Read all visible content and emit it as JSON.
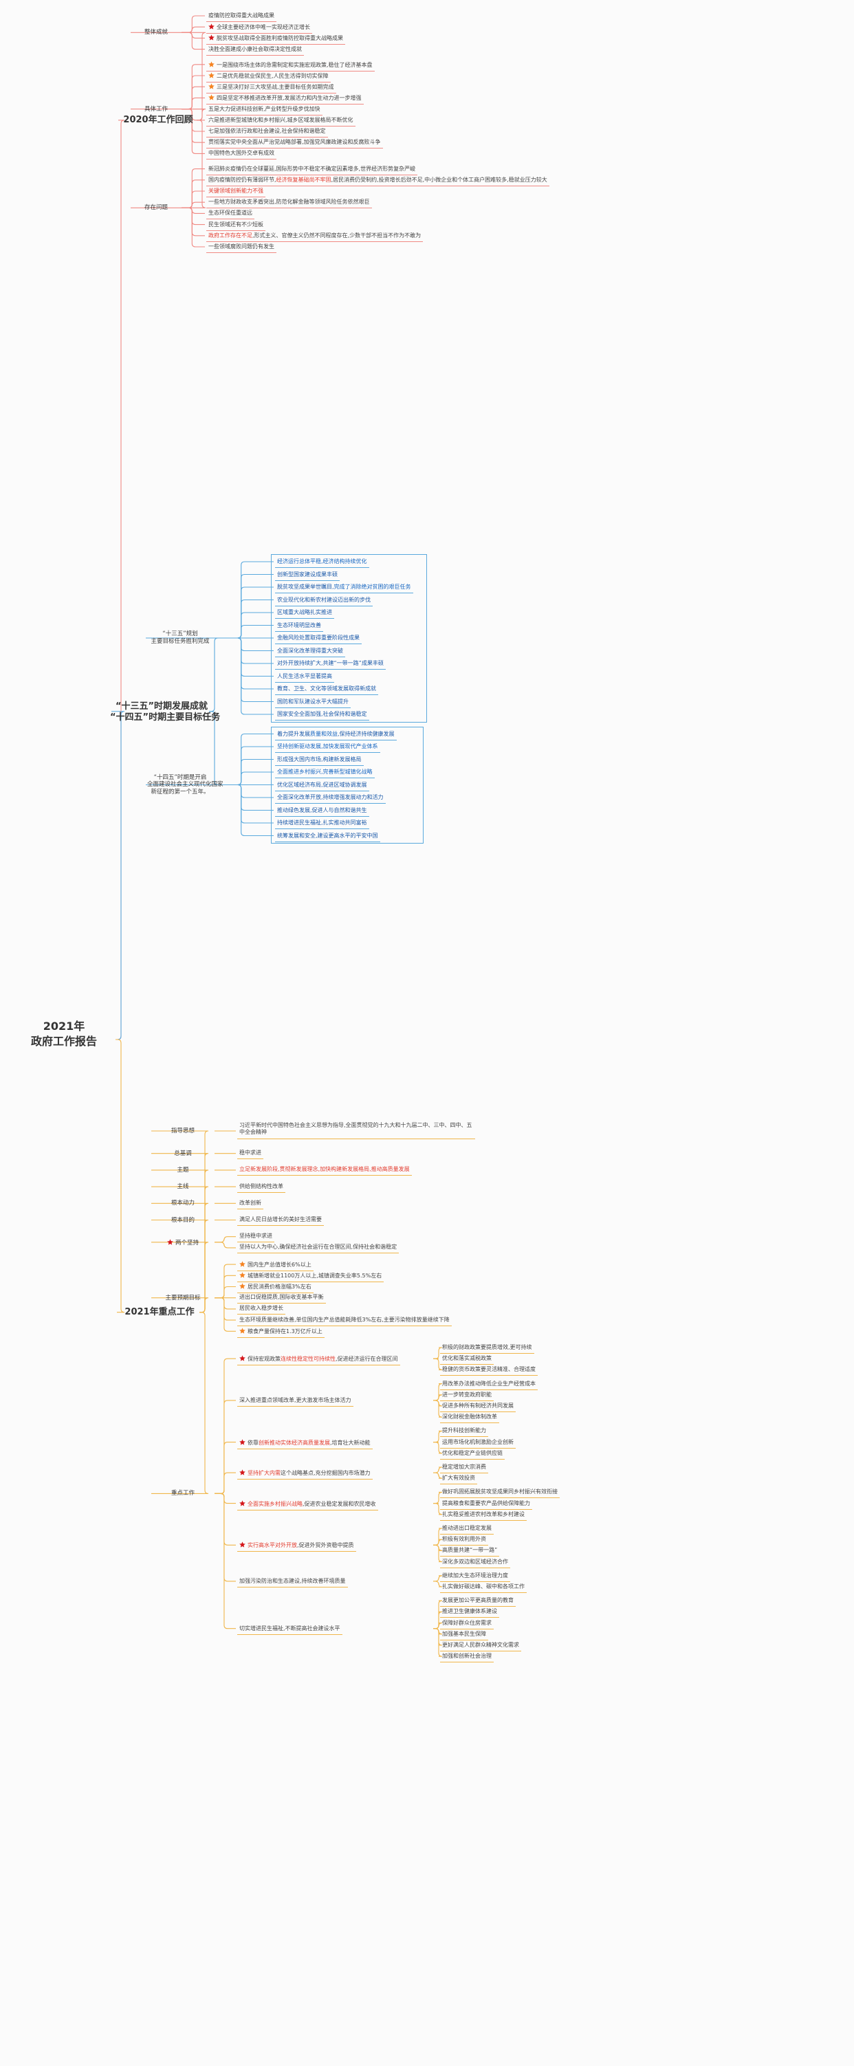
{
  "root": {
    "line1": "2021年",
    "line2": "政府工作报告"
  },
  "colors": {
    "red": "#f08a84",
    "blue": "#5aa9dd",
    "yellow": "#f0b64a",
    "star_red": "#d4161a",
    "star_orange": "#f58220",
    "highlight_red": "#e23b2e",
    "highlight_blue": "#1565c0"
  },
  "branches": [
    {
      "id": "review2020",
      "title": "2020年工作回顾",
      "color": "#f08a84",
      "groups": [
        {
          "label": "整体成就",
          "items": [
            {
              "text": "疫情防控取得重大战略成果",
              "star": "none"
            },
            {
              "text": "全球主要经济体中唯一实现经济正增长",
              "star": "red"
            },
            {
              "text": "脱贫攻坚战取得全面胜利疫情防控取得重大战略成果",
              "star": "red"
            },
            {
              "text": "决胜全面建成小康社会取得决定性成就",
              "star": "none"
            }
          ]
        },
        {
          "label": "具体工作",
          "items": [
            {
              "text": "一是围绕市场主体的急需制定和实施宏观政策,稳住了经济基本盘",
              "star": "orange"
            },
            {
              "text": "二是优先稳就业保民生,人民生活得到切实保障",
              "star": "orange"
            },
            {
              "text": "三是坚决打好三大攻坚战,主要目标任务如期完成",
              "star": "orange"
            },
            {
              "text": "四是坚定不移推进改革开放,发展活力和内生动力进一步增强",
              "star": "orange"
            },
            {
              "text": "五是大力促进科技创新,产业转型升级步伐加快",
              "star": "none"
            },
            {
              "text": "六是推进新型城镇化和乡村振兴,城乡区域发展格局不断优化",
              "star": "none"
            },
            {
              "text": "七是加强依法行政和社会建设,社会保持和谐稳定",
              "star": "none"
            },
            {
              "text": "贯彻落实党中央全面从严治党战略部署,加强党风廉政建设和反腐败斗争",
              "star": "none"
            },
            {
              "text": "中国特色大国外交卓有成效",
              "star": "none"
            }
          ]
        },
        {
          "label": "存在问题",
          "items": [
            {
              "text": "新冠肺炎疫情仍在全球蔓延,国际形势中不稳定不确定因素增多,世界经济形势复杂严峻",
              "star": "none"
            },
            {
              "text": "国内疫情防控仍有薄弱环节,经济恢复基础尚不牢固,居民消费仍受制约,投资增长后劲不足,中小微企业和个体工商户困难较多,稳就业压力较大",
              "star": "none",
              "hl": "经济恢复基础尚不牢固",
              "wrap": true
            },
            {
              "text": "关键领域创新能力不强",
              "star": "none",
              "allred": true
            },
            {
              "text": "一些地方财政收支矛盾突出,防范化解金融等领域风险任务依然艰巨",
              "star": "none"
            },
            {
              "text": "生态环保任重道远",
              "star": "none"
            },
            {
              "text": "民生领域还有不少短板",
              "star": "none"
            },
            {
              "text": "政府工作存在不足,形式主义、官僚主义仍然不同程度存在,少数干部不担当不作为不敢为",
              "star": "none",
              "hl": "政府工作存在不足"
            },
            {
              "text": "一些领域腐败问题仍有发生",
              "star": "none"
            }
          ]
        }
      ]
    },
    {
      "id": "plans",
      "title_line1": "“十三五”时期发展成就",
      "title_line2": "“十四五”时期主要目标任务",
      "color": "#5aa9dd",
      "groups": [
        {
          "label_line1": "“十三五”规划",
          "label_line2": "主要目标任务胜利完成",
          "items": [
            {
              "text": "经济运行总体平稳,经济结构持续优化",
              "hl_all": true
            },
            {
              "text": "创新型国家建设成果丰硕"
            },
            {
              "text": "脱贫攻坚成果举世瞩目,完成了消除绝对贫困的艰巨任务",
              "hl": "完成了消除绝对贫困的艰巨任务"
            },
            {
              "text": "农业现代化和新农村建设迈出新的步伐"
            },
            {
              "text": "区域重大战略扎实推进"
            },
            {
              "text": "生态环境明显改善"
            },
            {
              "text": "金融风险处置取得重要阶段性成果"
            },
            {
              "text": "全面深化改革理得重大突破"
            },
            {
              "text": "对外开放持续扩大,共建“一带一路”成果丰硕"
            },
            {
              "text": "人民生活水平显著提高"
            },
            {
              "text": "教育、卫生、文化等领域发展取得新成就"
            },
            {
              "text": "国防和军队建设水平大幅提升"
            },
            {
              "text": "国家安全全面加强,社会保持和谐稳定"
            }
          ]
        },
        {
          "label_line1": "“十四五”时期是开启",
          "label_line2": "全面建设社会主义现代化国家",
          "label_line3": "新征程的第一个五年。",
          "items": [
            {
              "text": "着力提升发展质量和效益,保持经济持续健康发展",
              "hl": "质量和效益"
            },
            {
              "text": "坚持创新驱动发展,加快发展现代产业体系",
              "hl_all": true
            },
            {
              "text": "形成强大国内市场,构建新发展格局"
            },
            {
              "text": "全面推进乡村振兴,完善新型城镇化战略",
              "hl_all": true
            },
            {
              "text": "优化区域经济布局,促进区域协调发展"
            },
            {
              "text": "全面深化改革开放,持续增强发展动力和活力"
            },
            {
              "text": "推动绿色发展,促进人与自然和谐共生"
            },
            {
              "text": "持续增进民生福祉,扎实推动共同富裕"
            },
            {
              "text": "统筹发展和安全,建设更高水平的平安中国"
            }
          ]
        }
      ]
    },
    {
      "id": "key2021",
      "title": "2021年重点工作",
      "color": "#f0b64a",
      "groups": [
        {
          "label": "指导思想",
          "simple": true,
          "items": [
            {
              "text": "习近平新时代中国特色社会主义思想为指导,全面贯彻党的十九大和十九届二中、三中、四中、五中全会精神",
              "wrap": true
            }
          ]
        },
        {
          "label": "总基调",
          "simple": true,
          "items": [
            {
              "text": "稳中求进"
            }
          ]
        },
        {
          "label": "主题",
          "simple": true,
          "items": [
            {
              "text": "立足新发展阶段,贯彻新发展理念,加快构建新发展格局,推动高质量发展",
              "allred": true
            }
          ]
        },
        {
          "label": "主线",
          "simple": true,
          "items": [
            {
              "text": "供给侧结构性改革"
            }
          ]
        },
        {
          "label": "根本动力",
          "simple": true,
          "items": [
            {
              "text": "改革创新"
            }
          ]
        },
        {
          "label": "根本目的",
          "simple": true,
          "items": [
            {
              "text": "满足人民日益增长的美好生活需要"
            }
          ]
        },
        {
          "label": "两个坚持",
          "star_label": "red",
          "items": [
            {
              "text": "坚持稳中求进"
            },
            {
              "text": "坚持以人为中心,确保经济社会运行在合理区间,保持社会和谐稳定"
            }
          ]
        },
        {
          "label": "主要预期目标",
          "items": [
            {
              "text": "国内生产总值增长6%以上",
              "star": "orange"
            },
            {
              "text": "城镇新增就业1100万人以上,城镇调查失业率5.5%左右",
              "star": "orange"
            },
            {
              "text": "居民消费价格涨幅3%左右",
              "star": "orange"
            },
            {
              "text": "进出口促稳提质,国际收支基本平衡"
            },
            {
              "text": "居民收入稳步增长"
            },
            {
              "text": "生态环境质量继续改善,单位国内生产总值能耗降低3%左右,主要污染物排放量继续下降"
            },
            {
              "text": "粮食产量保持在1.3万亿斤以上",
              "star": "orange"
            }
          ]
        },
        {
          "label": "重点工作",
          "items": [
            {
              "text": "保持宏观政策连续性稳定性可持续性,促进经济运行在合理区间",
              "star": "red",
              "hl": "连续性稳定性可持续性",
              "subs": [
                "积极的财政政策要提质增效,更可持续",
                "优化和落实减税政策",
                "稳健的货币政策要灵活精准、合理适度"
              ]
            },
            {
              "text": "深入推进重点领域改革,更大激发市场主体活力",
              "subs": [
                "用改革办法推动降低企业生产经营成本",
                "进一步转变政府职能",
                "促进多种所有制经济共同发展",
                "深化财税金融体制改革"
              ]
            },
            {
              "text": "依靠创新推动实体经济高质量发展,培育壮大新动能",
              "star": "red",
              "hl": "创新推动实体经济高质量发展",
              "subs": [
                "提升科技创新能力",
                "运用市场化机制激励企业创新",
                "优化和稳定产业链供应链"
              ]
            },
            {
              "text": "坚持扩大内需这个战略基点,充分挖掘国内市场潜力",
              "star": "red",
              "hl": "坚持扩大内需",
              "subs": [
                "稳定增加大宗消费",
                "扩大有效投资"
              ]
            },
            {
              "text": "全面实施乡村振兴战略,促进农业稳定发展和农民增收",
              "star": "red",
              "hl": "全面实施乡村振兴战略",
              "subs": [
                "做好巩固拓展脱贫攻坚成果同乡村振兴有效衔接",
                "提高粮食和重要农产品供给保障能力",
                "扎实稳妥推进农村改革和乡村建设"
              ]
            },
            {
              "text": "实行高水平对外开放,促进外贸外资稳中提质",
              "star": "red",
              "hl": "实行高水平对外开放",
              "subs": [
                "推动进出口稳定发展",
                "积极有效利用外资",
                "高质量共建“一带一路”",
                "深化多双边和区域经济合作"
              ]
            },
            {
              "text": "加强污染防治和生态建设,持续改善环境质量",
              "subs": [
                "继续加大生态环境治理力度",
                "扎实做好碳达峰、碳中和各项工作"
              ]
            },
            {
              "text": "切实增进民生福祉,不断提高社会建设水平",
              "subs": [
                "发展更加公平更高质量的教育",
                "推进卫生健康体系建设",
                "保障好群众住房需求",
                "加强基本民生保障",
                "更好满足人民群众精神文化需求",
                "加强和创新社会治理"
              ]
            }
          ]
        }
      ]
    }
  ]
}
